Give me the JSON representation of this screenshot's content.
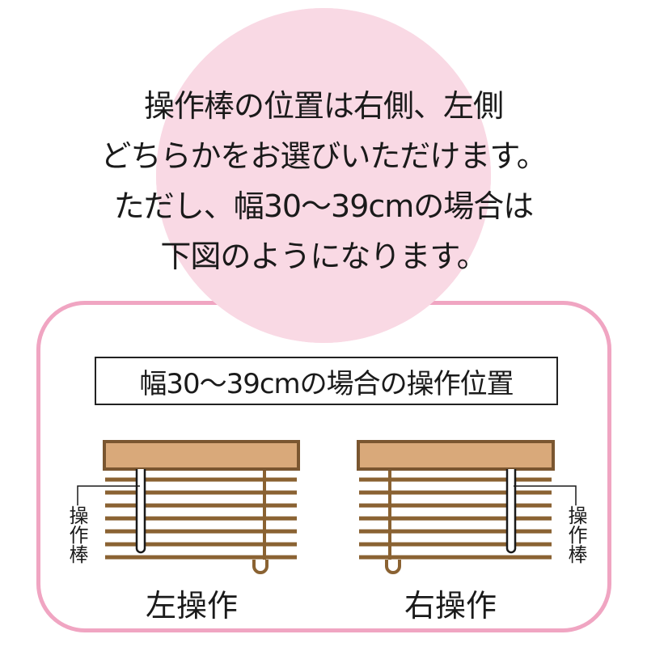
{
  "headline": {
    "lines": [
      "操作棒の位置は右側、左側",
      "どちらかをお選びいただけます。",
      "ただし、幅30〜39cmの場合は",
      "下図のようになります。"
    ]
  },
  "diagram": {
    "title": "幅30〜39cmの場合の操作位置",
    "left": {
      "label": "左操作",
      "rod_label": "操作棒"
    },
    "right": {
      "label": "右操作",
      "rod_label": "操作棒"
    }
  },
  "colors": {
    "circle": "#f9d9e4",
    "frame": "#f0a5c2",
    "headrail_fill": "#d9a97a",
    "headrail_border": "#7a5630",
    "slat": "#8a6232"
  }
}
